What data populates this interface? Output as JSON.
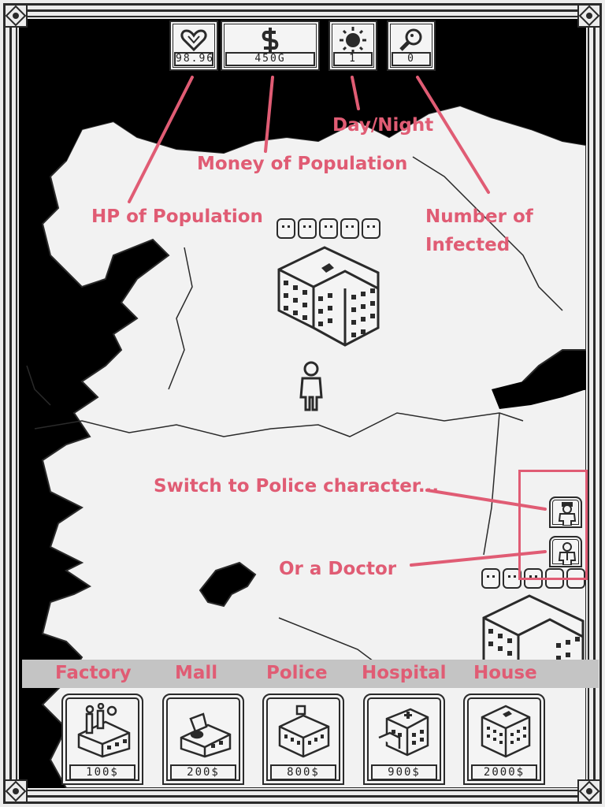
{
  "stats": {
    "hp": {
      "icon": "heart-icon",
      "value": "98.96"
    },
    "money": {
      "icon": "dollar-icon",
      "value": "450G"
    },
    "day": {
      "icon": "sun-icon",
      "value": "1"
    },
    "infected": {
      "icon": "magnifier-icon",
      "value": "0"
    }
  },
  "annotations": {
    "hp": "HP of Population",
    "money": "Money of Population",
    "day": "Day/Night",
    "infected_line1": "Number of",
    "infected_line2": "Infected",
    "police": "Switch to Police character...",
    "doctor": "Or a Doctor"
  },
  "buildings": [
    {
      "label": "Factory",
      "price": "100$",
      "icon": "factory-icon"
    },
    {
      "label": "Mall",
      "price": "200$",
      "icon": "mall-icon"
    },
    {
      "label": "Police",
      "price": "800$",
      "icon": "police-station-icon"
    },
    {
      "label": "Hospital",
      "price": "900$",
      "icon": "hospital-icon"
    },
    {
      "label": "House",
      "price": "2000$",
      "icon": "house-icon"
    }
  ],
  "colors": {
    "annotation": "#e05c74",
    "land": "#f2f2f2",
    "sea": "#000000",
    "label_bar": "#c4c4c4"
  }
}
